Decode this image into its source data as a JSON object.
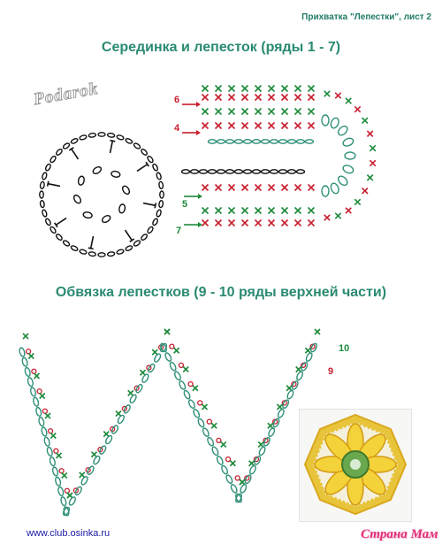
{
  "header": {
    "caption": "Прихватка \"Лепестки\",  лист 2"
  },
  "section_1": {
    "title": "Серединка и лепесток (ряды 1 - 7)",
    "watermark": "Podarok",
    "row_markers": [
      "6",
      "4",
      "5",
      "7"
    ]
  },
  "section_2": {
    "title": "Обвязка лепестков (9 - 10 ряды верхней части)",
    "row_markers": [
      "10",
      "9"
    ]
  },
  "footer": {
    "url": "www.club.osinka.ru",
    "brand": "Страна Мам"
  },
  "colors": {
    "title": "#2a8a72",
    "red": "#c81e2e",
    "green": "#1d8a3a",
    "chain": "#2f8f78",
    "black": "#111111"
  }
}
